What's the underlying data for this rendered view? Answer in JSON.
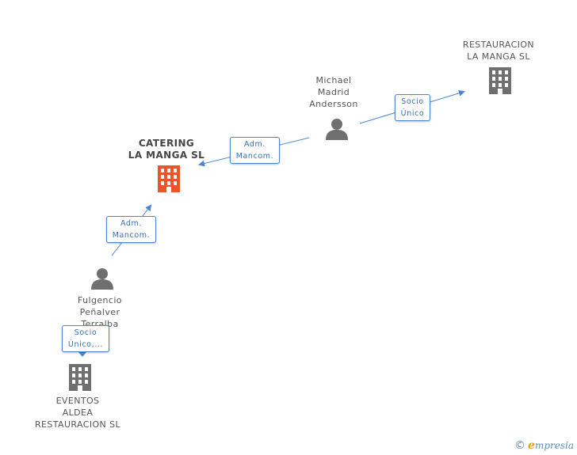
{
  "nodes": {
    "restauracion": {
      "label": "RESTAURACION\nLA MANGA SL",
      "type": "company"
    },
    "michael": {
      "label": "Michael\nMadrid\nAndersson",
      "type": "person"
    },
    "catering": {
      "label": "CATERING\nLA MANGA SL",
      "type": "company-main",
      "color": "#f0522c"
    },
    "fulgencio": {
      "label": "Fulgencio\nPeñalver\nTerralba",
      "type": "person"
    },
    "eventos": {
      "label": "EVENTOS\nALDEA\nRESTAURACION SL",
      "type": "company"
    }
  },
  "relations": {
    "michael_restauracion": "Socio\nÚnico",
    "michael_catering": "Adm.\nMancom.",
    "fulgencio_catering": "Adm.\nMancom.",
    "fulgencio_eventos": "Socio\nÚnico,..."
  },
  "colors": {
    "line": "#4a86d4",
    "icon": "#6f6f6f",
    "main": "#f0522c"
  },
  "footer": {
    "copyright": "©",
    "brand_initial": "e",
    "brand_rest": "mpresia"
  }
}
